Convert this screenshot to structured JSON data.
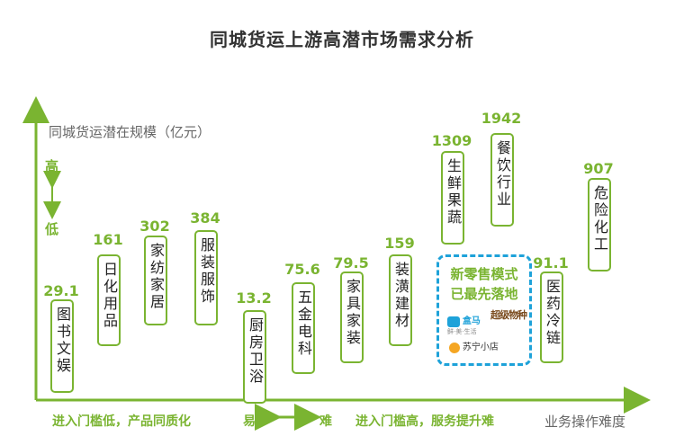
{
  "title": "同城货运上游高潜市场需求分析",
  "y_axis_label": "同城货运潜在规模（亿元）",
  "y_high": "高",
  "y_low": "低",
  "x_axis_label": "业务操作难度",
  "x_left_note": "进入门槛低，产品同质化",
  "x_easy": "易",
  "x_hard": "难",
  "x_right_note": "进入门槛高，服务提升难",
  "callout": {
    "line1": "新零售模式",
    "line2": "已最先落地",
    "logos": [
      "盒马",
      "鲜·美·生活",
      "超级物种",
      "苏宁小店"
    ]
  },
  "colors": {
    "accent": "#7ab431",
    "callout_border": "#1ea2d9"
  },
  "chart_data": {
    "type": "bar",
    "title": "同城货运上游高潜市场需求分析",
    "ylabel": "同城货运潜在规模（亿元）",
    "xlabel": "业务操作难度",
    "categories": [
      "图书文娱",
      "日化用品",
      "家纺家居",
      "服装服饰",
      "厨房卫浴",
      "五金电科",
      "家具家装",
      "装潢建材",
      "生鲜果蔬",
      "餐饮行业",
      "医药冷链",
      "危险化工"
    ],
    "values": [
      29.1,
      161,
      302,
      384,
      13.2,
      75.6,
      79.5,
      159,
      1309,
      1942,
      91.1,
      907
    ],
    "value_labels": [
      "29.1",
      "161",
      "302",
      "384",
      "13.2",
      "75.6",
      "79.5",
      "159",
      "1309",
      "1942",
      "91.1",
      "907"
    ]
  }
}
